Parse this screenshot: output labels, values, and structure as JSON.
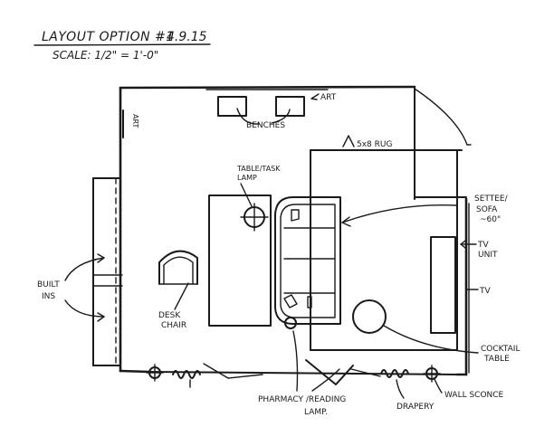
{
  "header": {
    "title": "LAYOUT OPTION #1",
    "date": "4.9.15",
    "scale": "SCALE: 1/2\" = 1'-0\""
  },
  "labels": {
    "art_left": "ART",
    "art_top": "ART",
    "benches": "BENCHES",
    "rug": "5x8 RUG",
    "table_task_lamp_1": "TABLE/TASK",
    "table_task_lamp_2": "LAMP",
    "settee_1": "SETTEE/",
    "settee_2": "SOFA",
    "settee_3": "~60\"",
    "tv_unit_1": "TV",
    "tv_unit_2": "UNIT",
    "tv": "TV",
    "built_ins_1": "BUILT",
    "built_ins_2": "INS",
    "desk_chair_1": "DESK",
    "desk_chair_2": "CHAIR",
    "cocktail_table_1": "COCKTAIL",
    "cocktail_table_2": "TABLE",
    "pharmacy_lamp_1": "PHARMACY /READING",
    "pharmacy_lamp_2": "LAMP.",
    "drapery": "DRAPERY",
    "wall_sconce": "WALL SCONCE"
  }
}
